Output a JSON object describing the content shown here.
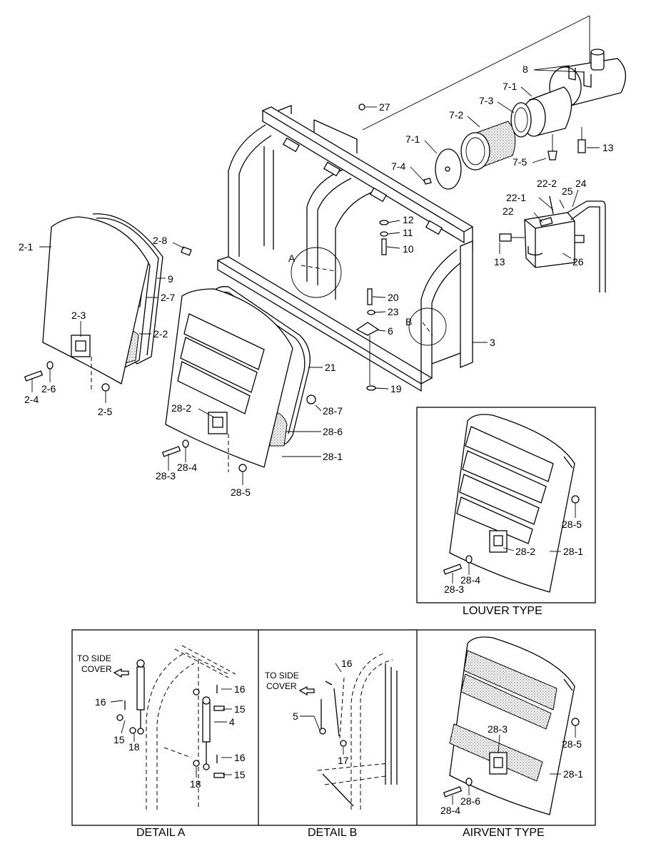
{
  "captions": {
    "louver_type": "LOUVER TYPE",
    "detail_a": "DETAIL  A",
    "detail_b": "DETAIL  B",
    "airvent_type": "AIRVENT TYPE"
  },
  "detail_markers": {
    "a": "A",
    "b": "B"
  },
  "notes": {
    "to_side_cover_a_line1": "TO SIDE",
    "to_side_cover_a_line2": "COVER",
    "to_side_cover_b_line1": "TO SIDE",
    "to_side_cover_b_line2": "COVER"
  },
  "part_labels": {
    "p8": "8",
    "p7_1a": "7-1",
    "p7_3": "7-3",
    "p7_2": "7-2",
    "p7_1b": "7-1",
    "p7_4": "7-4",
    "p7_5": "7-5",
    "p13a": "13",
    "p27": "27",
    "p22_2": "22-2",
    "p24": "24",
    "p25": "25",
    "p22_1": "22-1",
    "p22": "22",
    "p13b": "13",
    "p26": "26",
    "p12": "12",
    "p11": "11",
    "p10": "10",
    "p20": "20",
    "p23": "23",
    "p6": "6",
    "p19": "19",
    "p3": "3",
    "p2_1": "2-1",
    "p2_8": "2-8",
    "p9": "9",
    "p2_7": "2-7",
    "p2_3": "2-3",
    "p2_2": "2-2",
    "p2_4": "2-4",
    "p2_6": "2-6",
    "p2_5": "2-5",
    "p21": "21",
    "p28_2": "28-2",
    "p28_7": "28-7",
    "p28_6": "28-6",
    "p28_1": "28-1",
    "p28_3": "28-3",
    "p28_4": "28-4",
    "p28_5": "28-5",
    "lv_28_5": "28-5",
    "lv_28_2": "28-2",
    "lv_28_1": "28-1",
    "lv_28_4": "28-4",
    "lv_28_3": "28-3",
    "da_16a": "16",
    "da_16b": "16",
    "da_15a": "15",
    "da_15b": "15",
    "da_18a": "18",
    "da_4": "4",
    "da_16c": "16",
    "da_18b": "18",
    "da_15c": "15",
    "db_16": "16",
    "db_5": "5",
    "db_17": "17",
    "av_28_3": "28-3",
    "av_28_5": "28-5",
    "av_28_1": "28-1",
    "av_28_6": "28-6",
    "av_28_4": "28-4"
  }
}
